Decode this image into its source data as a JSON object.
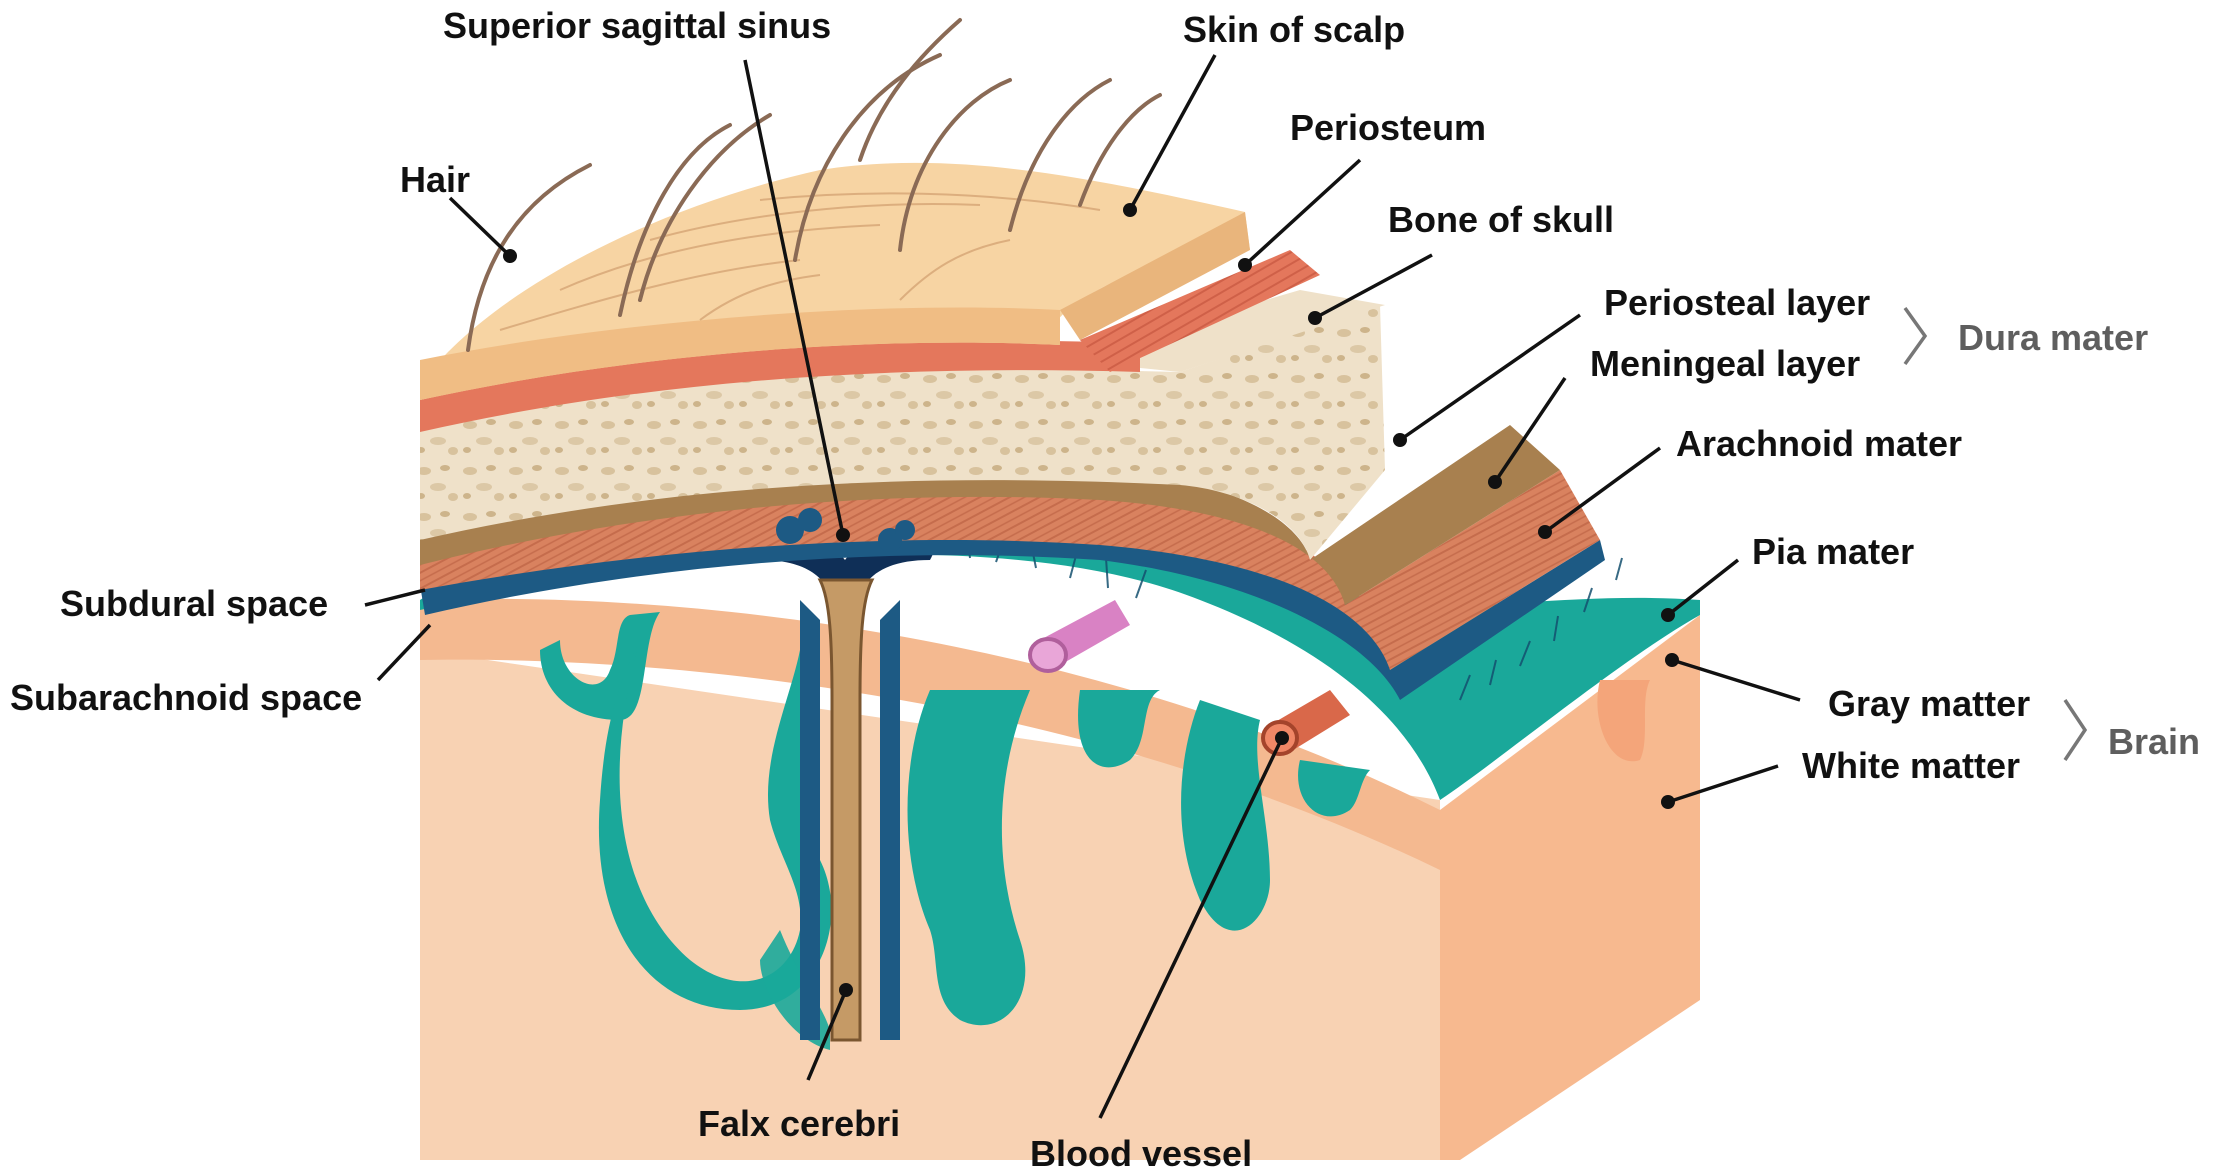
{
  "labels": {
    "superior_sagittal_sinus": "Superior sagittal sinus",
    "skin_of_scalp": "Skin of scalp",
    "hair": "Hair",
    "periosteum": "Periosteum",
    "bone_of_skull": "Bone of skull",
    "periosteal_layer": "Periosteal layer",
    "meningeal_layer": "Meningeal layer",
    "arachnoid_mater": "Arachnoid mater",
    "pia_mater": "Pia mater",
    "subdural_space": "Subdural space",
    "subarachnoid_space": "Subarachnoid space",
    "gray_matter": "Gray matter",
    "white_matter": "White matter",
    "falx_cerebri": "Falx cerebri",
    "blood_vessel": "Blood vessel"
  },
  "groups": {
    "dura_mater": "Dura mater",
    "brain": "Brain"
  },
  "colors": {
    "scalp": "#f2c893",
    "periosteum": "#e4775c",
    "bone": "#efe1c9",
    "dura": "#a8804f",
    "arachnoid": "#1d5a84",
    "sinus": "#0f2f57",
    "pia": "#1aa89a",
    "gray_matter": "#f6c8a2",
    "white_matter": "#f8d6b8",
    "hair": "#8a6a55"
  }
}
